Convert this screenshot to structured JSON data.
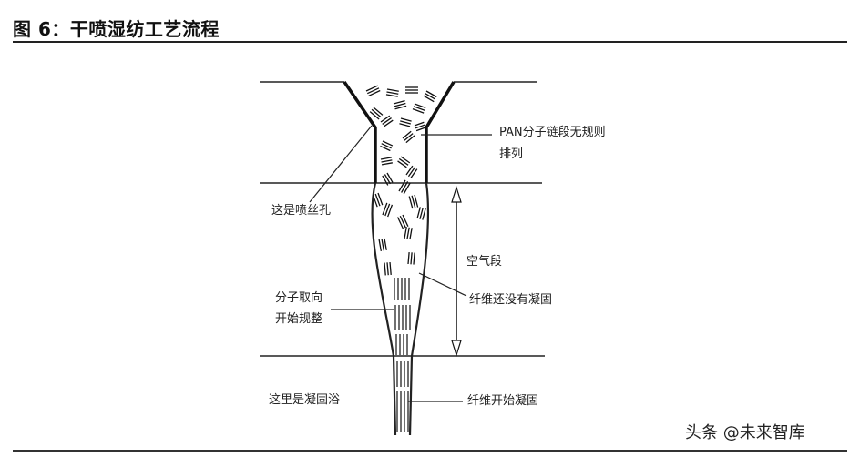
{
  "figure": {
    "title": "图 6：干喷湿纺工艺流程",
    "watermark": "头条 @未来智库"
  },
  "labels": {
    "pan_line1": "PAN分子链段无规则",
    "pan_line2": "排列",
    "spinneret": "这是喷丝孔",
    "air_gap": "空气段",
    "orient_line1": "分子取向",
    "orient_line2": "开始规整",
    "not_solid": "纤维还没有凝固",
    "bath": "这里是凝固浴",
    "solidify": "纤维开始凝固"
  }
}
